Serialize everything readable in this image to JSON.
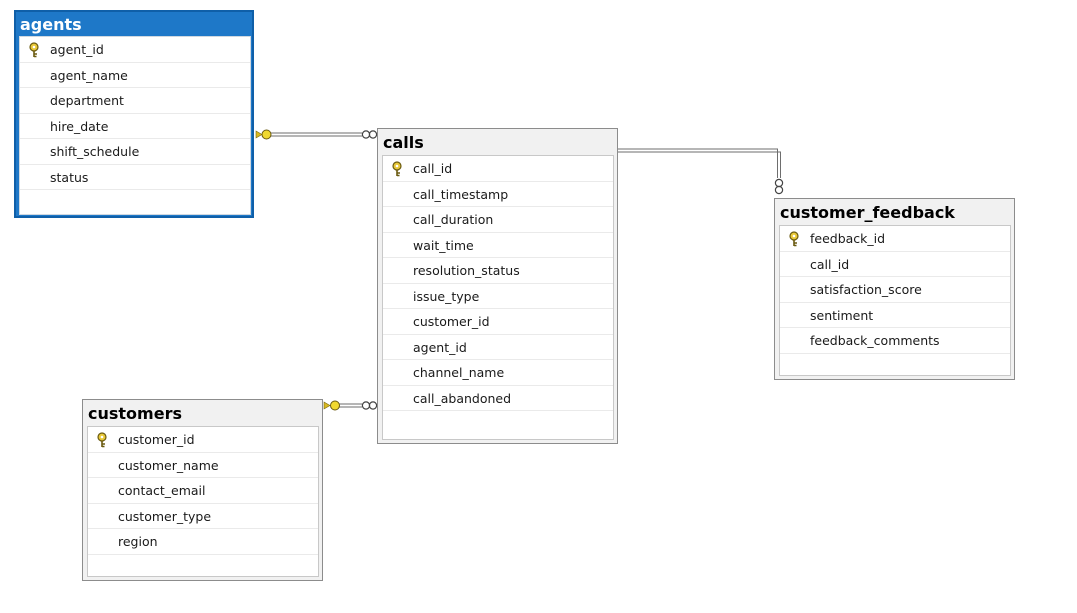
{
  "tables": {
    "agents": {
      "name": "agents",
      "columns": [
        {
          "name": "agent_id",
          "primary_key": true
        },
        {
          "name": "agent_name",
          "primary_key": false
        },
        {
          "name": "department",
          "primary_key": false
        },
        {
          "name": "hire_date",
          "primary_key": false
        },
        {
          "name": "shift_schedule",
          "primary_key": false
        },
        {
          "name": "status",
          "primary_key": false
        }
      ]
    },
    "calls": {
      "name": "calls",
      "columns": [
        {
          "name": "call_id",
          "primary_key": true
        },
        {
          "name": "call_timestamp",
          "primary_key": false
        },
        {
          "name": "call_duration",
          "primary_key": false
        },
        {
          "name": "wait_time",
          "primary_key": false
        },
        {
          "name": "resolution_status",
          "primary_key": false
        },
        {
          "name": "issue_type",
          "primary_key": false
        },
        {
          "name": "customer_id",
          "primary_key": false
        },
        {
          "name": "agent_id",
          "primary_key": false
        },
        {
          "name": "channel_name",
          "primary_key": false
        },
        {
          "name": "call_abandoned",
          "primary_key": false
        }
      ]
    },
    "customer_feedback": {
      "name": "customer_feedback",
      "columns": [
        {
          "name": "feedback_id",
          "primary_key": true
        },
        {
          "name": "call_id",
          "primary_key": false
        },
        {
          "name": "satisfaction_score",
          "primary_key": false
        },
        {
          "name": "sentiment",
          "primary_key": false
        },
        {
          "name": "feedback_comments",
          "primary_key": false
        }
      ]
    },
    "customers": {
      "name": "customers",
      "columns": [
        {
          "name": "customer_id",
          "primary_key": true
        },
        {
          "name": "customer_name",
          "primary_key": false
        },
        {
          "name": "contact_email",
          "primary_key": false
        },
        {
          "name": "customer_type",
          "primary_key": false
        },
        {
          "name": "region",
          "primary_key": false
        }
      ]
    }
  },
  "relationships": [
    {
      "from": "agents",
      "to": "calls",
      "one_end": "agents",
      "many_end": "calls"
    },
    {
      "from": "customers",
      "to": "calls",
      "one_end": "customers",
      "many_end": "calls"
    },
    {
      "from": "calls",
      "to": "customer_feedback",
      "one_end": "calls",
      "many_end": "customer_feedback"
    }
  ],
  "colors": {
    "selected_title_bg": "#1e78c8",
    "table_bg": "#f1f1f1",
    "key_icon": "#d8b820",
    "relationship_line": "#707070"
  },
  "selected_table": "agents"
}
